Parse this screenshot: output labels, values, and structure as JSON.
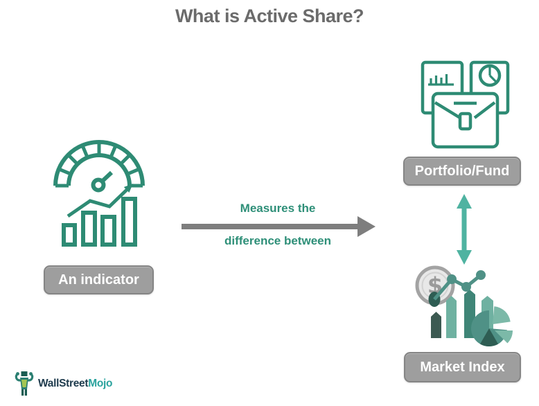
{
  "title": "What is Active Share?",
  "left_group": {
    "icon": "gauge-with-bar-chart",
    "label": "An indicator"
  },
  "connector": {
    "text_top": "Measures the",
    "text_bottom": "difference between"
  },
  "right_top_group": {
    "icon": "briefcase-with-documents",
    "label": "Portfolio/Fund"
  },
  "right_bottom_group": {
    "icon": "coin-charts-pie",
    "coin_symbol": "$",
    "label": "Market Index"
  },
  "logo": {
    "text_primary": "WallStreet",
    "text_secondary": "Mojo"
  },
  "colors": {
    "teal_outline": "#2E8B74",
    "teal_text": "#2E8F78",
    "teal_arrow": "#4FB3A1",
    "gray_arrow": "#7E7E7E",
    "label_bg": "#9E9E9E",
    "label_border": "#858585",
    "label_text": "#FFFFFF",
    "title_text": "#6B6B6B",
    "logo_navy": "#1E3B4D",
    "logo_teal": "#2BA39E",
    "pie_light": "#7CB9A8",
    "pie_medium": "#4F9186",
    "pie_dark": "#2E5D53",
    "bar_dark": "#3C5A52",
    "bar_light": "#6FB1A1",
    "bar_medium": "#3F8577",
    "coin_gray": "#A3A3A3",
    "coin_fill": "#E8E8E8"
  }
}
